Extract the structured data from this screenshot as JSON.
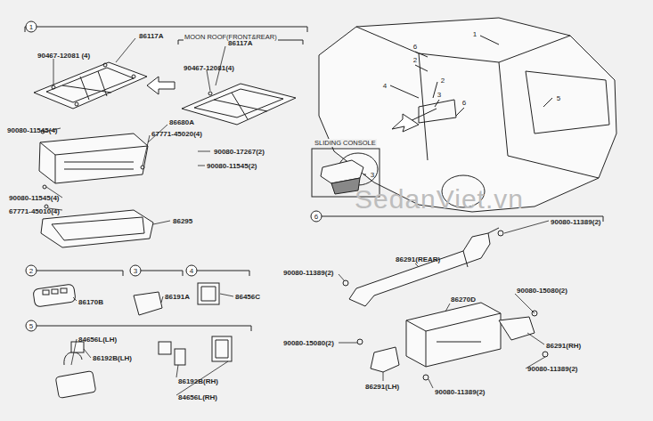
{
  "diagram": {
    "labels": [
      "1",
      "86117A",
      "90467-12081 (4)",
      "MOON ROOF(FRONT&REAR)",
      "86117A",
      "90467-12081(4)",
      "86680A",
      "90080-11545(4)",
      "67771-45020(4)",
      "90080-17267(2)",
      "90080-11545(2)",
      "90080-11545(4)",
      "67771-45010(4)",
      "86295",
      "2",
      "86170B",
      "3",
      "86191A",
      "4",
      "86456C",
      "5",
      "84656L(LH)",
      "86192B(LH)",
      "86192B(RH)",
      "84656L(RH)",
      "1",
      "6",
      "2",
      "4",
      "2",
      "3",
      "6",
      "5",
      "SLIDING CONSOLE",
      "3",
      "6",
      "90080-11389(2)",
      "86291(REAR)",
      "90080-11389(2)",
      "86270D",
      "90080-15080(2)",
      "90080-15080(2)",
      "86291(RH)",
      "90080-11389(2)",
      "86291(LH)",
      "90080-11389(2)",
      "SedanViet.vn"
    ]
  }
}
